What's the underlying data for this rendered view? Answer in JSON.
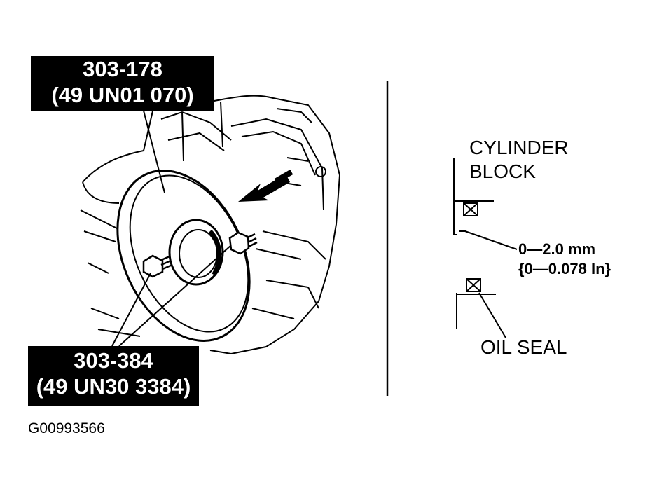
{
  "tools": {
    "top": {
      "line1": "303-178",
      "line2": "(49 UN01 070)"
    },
    "bottom": {
      "line1": "303-384",
      "line2": "(49 UN30 3384)"
    }
  },
  "detail": {
    "cylinder_block_label": [
      "CYLINDER",
      "BLOCK"
    ],
    "clearance_label": [
      "0—2.0 mm",
      "{0—0.078 In}"
    ],
    "oil_seal_label": "OIL SEAL"
  },
  "figure_code": "G00993566"
}
